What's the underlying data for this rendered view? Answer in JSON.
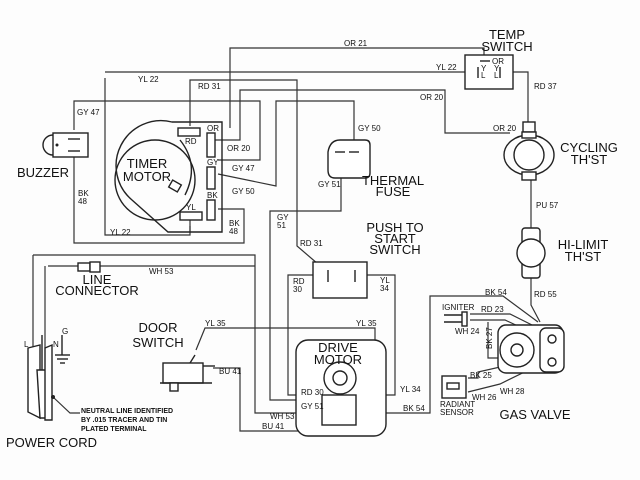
{
  "components": {
    "temp_switch": [
      "TEMP",
      "SWITCH"
    ],
    "cycling_thst": [
      "CYCLING",
      "TH'ST"
    ],
    "hi_limit_thst": [
      "HI-LIMIT",
      "TH'ST"
    ],
    "buzzer": "BUZZER",
    "timer_motor": [
      "TIMER",
      "MOTOR"
    ],
    "thermal_fuse": [
      "THERMAL",
      "FUSE"
    ],
    "push_to_start_switch": [
      "PUSH TO",
      "START",
      "SWITCH"
    ],
    "line_connector": [
      "LINE",
      "CONNECTOR"
    ],
    "door_switch": [
      "DOOR",
      "SWITCH"
    ],
    "drive_motor": [
      "DRIVE",
      "MOTOR"
    ],
    "gas_valve": "GAS VALVE",
    "power_cord": "POWER CORD",
    "igniter": "IGNITER",
    "radiant_sensor": [
      "RADIANT",
      "SENSOR"
    ]
  },
  "terminals": {
    "timer_rd": "RD",
    "timer_or": "OR",
    "timer_gy": "GY",
    "timer_bk": "BK",
    "timer_yl": "YL",
    "temp_or": "OR",
    "temp_yl1": "Y",
    "temp_yl2": "L",
    "temp_yl3": "Y",
    "temp_yl4": "L",
    "cord_l": "L",
    "cord_n": "N",
    "cord_g": "G"
  },
  "wires": {
    "or21": "OR 21",
    "yl22_top": "YL 22",
    "yl22_temp": "YL 22",
    "yl22_timer": "YL 22",
    "rd31": "RD 31",
    "rd31_switch": "RD 31",
    "rd37": "RD 37",
    "or20_top": "OR 20",
    "or20_timer": "OR 20",
    "or20_cycling": "OR 20",
    "gy47_top": "GY 47",
    "gy47_timer": "GY 47",
    "gy50_fuse": "GY 50",
    "gy50_timer": "GY 50",
    "gy51_fuse": "GY 51",
    "gy51_left": [
      "GY",
      "51"
    ],
    "gy51_motor": "GY 51",
    "bk48_left": [
      "BK",
      "48"
    ],
    "bk48_timer": [
      "BK",
      "48"
    ],
    "pu57": "PU 57",
    "rd55": "RD 55",
    "bk54": "BK 54",
    "bk54_motor": "BK 54",
    "rd23": "RD 23",
    "wh24": "WH 24",
    "bk27": "BK 27",
    "bk25": "BK 25",
    "wh26": "WH 26",
    "wh28": "WH 28",
    "wh53_top": "WH 53",
    "wh53_motor": "WH 53",
    "rd30_switch": [
      "RD",
      "30"
    ],
    "rd30_motor": "RD 30",
    "yl34_switch": [
      "YL",
      "34"
    ],
    "yl34_motor": "YL 34",
    "yl35_door": "YL 35",
    "yl35_motor": "YL 35",
    "bu41_door": "BU 41",
    "bu41_bottom": "BU 41"
  },
  "notes": {
    "neutral": [
      "NEUTRAL LINE IDENTIFIED",
      "BY .015 TRACER AND TIN",
      "PLATED TERMINAL"
    ]
  }
}
